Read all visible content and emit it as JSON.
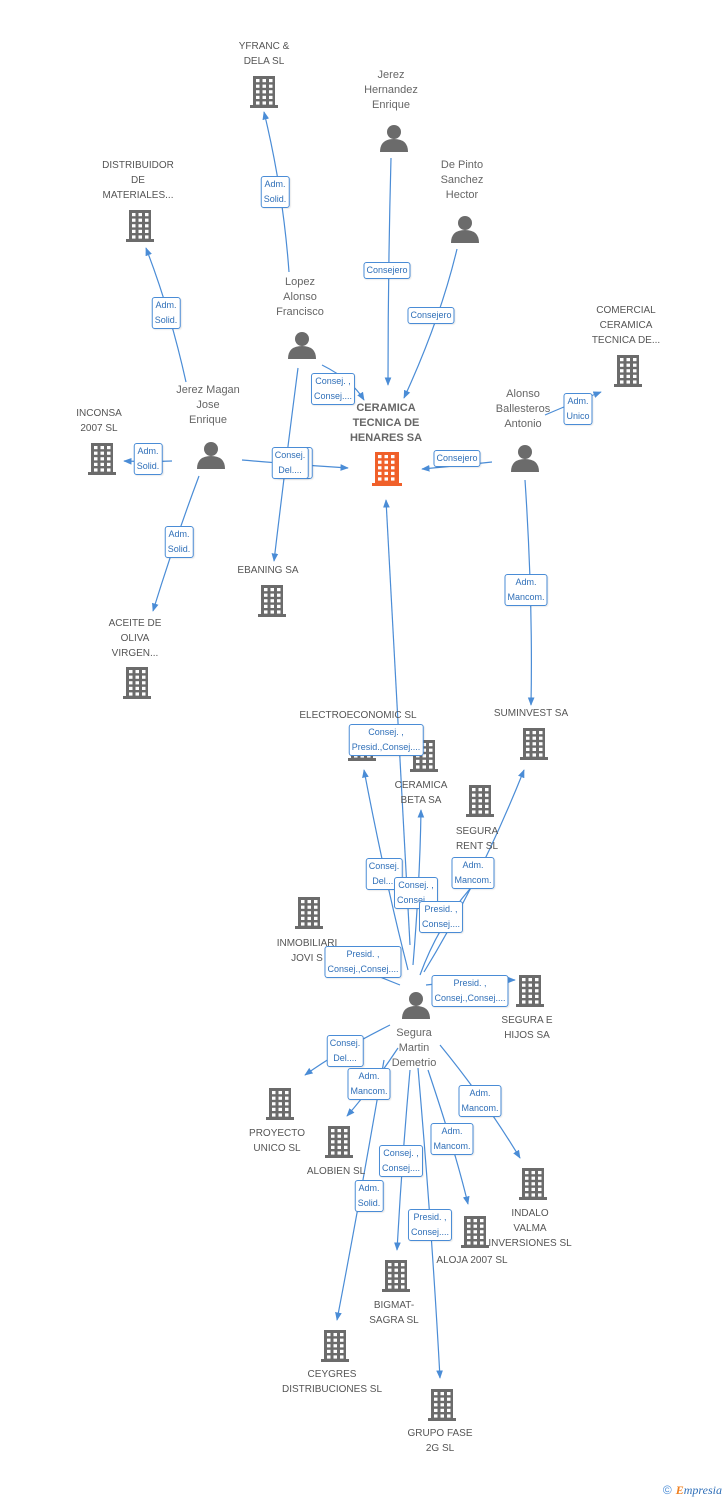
{
  "colors": {
    "edge": "#4a8cd6",
    "node": "#6b6b6b",
    "focus": "#f0602a"
  },
  "nodes": [
    {
      "id": "yfranc",
      "type": "company",
      "label": "YFRANC &\nDELA SL"
    },
    {
      "id": "jerezh",
      "type": "person",
      "label": "Jerez\nHernandez\nEnrique"
    },
    {
      "id": "distrib",
      "type": "company",
      "label": "DISTRIBUIDOR\nDE\nMATERIALES..."
    },
    {
      "id": "depinto",
      "type": "person",
      "label": "De Pinto\nSanchez\nHector"
    },
    {
      "id": "comercial",
      "type": "company",
      "label": "COMERCIAL\nCERAMICA\nTECNICA DE..."
    },
    {
      "id": "lopez",
      "type": "person",
      "label": "Lopez\nAlonso\nFrancisco"
    },
    {
      "id": "jerezm",
      "type": "person",
      "label": "Jerez Magan\nJose\nEnrique"
    },
    {
      "id": "ceramica",
      "type": "focus",
      "label": "CERAMICA\nTECNICA DE\nHENARES SA"
    },
    {
      "id": "alonso",
      "type": "person",
      "label": "Alonso\nBallesteros\nAntonio"
    },
    {
      "id": "inconsa",
      "type": "company",
      "label": "INCONSA\n2007 SL"
    },
    {
      "id": "ebaning",
      "type": "company",
      "label": "EBANING SA"
    },
    {
      "id": "aceite",
      "type": "company",
      "label": "ACEITE DE\nOLIVA\nVIRGEN..."
    },
    {
      "id": "electro",
      "type": "company",
      "label": "ELECTROECONOMIC SL"
    },
    {
      "id": "suminvest",
      "type": "company",
      "label": "SUMINVEST SA"
    },
    {
      "id": "cbeta",
      "type": "company",
      "label": "CERAMICA\nBETA SA"
    },
    {
      "id": "segurarent",
      "type": "company",
      "label": "SEGURA\nRENT SL"
    },
    {
      "id": "inmob",
      "type": "company",
      "label": "INMOBILIARI\nJOVI S"
    },
    {
      "id": "segurahijos",
      "type": "company",
      "label": "SEGURA E\nHIJOS SA"
    },
    {
      "id": "seguram",
      "type": "person",
      "label": "Segura\nMartin\nDemetrio"
    },
    {
      "id": "proyecto",
      "type": "company",
      "label": "PROYECTO\nUNICO SL"
    },
    {
      "id": "alobien",
      "type": "company",
      "label": "ALOBIEN SL"
    },
    {
      "id": "indalo",
      "type": "company",
      "label": "INDALO\nVALMA\nINVERSIONES SL"
    },
    {
      "id": "aloja",
      "type": "company",
      "label": "ALOJA 2007 SL"
    },
    {
      "id": "bigmat",
      "type": "company",
      "label": "BIGMAT-\nSAGRA SL"
    },
    {
      "id": "ceygres",
      "type": "company",
      "label": "CEYGRES\nDISTRIBUCIONES SL"
    },
    {
      "id": "grupofase",
      "type": "company",
      "label": "GRUPO FASE\n2G SL"
    }
  ],
  "edges": [
    {
      "from": "lopez",
      "to": "yfranc",
      "label": "Adm.\nSolid."
    },
    {
      "from": "jerezh",
      "to": "ceramica",
      "label": "Consejero"
    },
    {
      "from": "depinto",
      "to": "ceramica",
      "label": "Consejero"
    },
    {
      "from": "jerezm",
      "to": "distrib",
      "label": "Adm.\nSolid."
    },
    {
      "from": "alonso",
      "to": "comercial",
      "label": "Adm.\nUnico"
    },
    {
      "from": "lopez",
      "to": "ceramica",
      "label": "Consej. ,\nConsej...."
    },
    {
      "from": "jerezm",
      "to": "inconsa",
      "label": "Adm.\nSolid."
    },
    {
      "from": "jerezm",
      "to": "ceramica",
      "label": "Consej.\nDel...."
    },
    {
      "from": "alonso",
      "to": "ceramica",
      "label": "Consejero"
    },
    {
      "from": "lopez",
      "to": "ebaning",
      "label": "Consej.\nDel...."
    },
    {
      "from": "jerezm",
      "to": "aceite",
      "label": "Adm.\nSolid."
    },
    {
      "from": "alonso",
      "to": "suminvest",
      "label": "Adm.\nMancom."
    },
    {
      "from": "seguram",
      "to": "ceramica",
      "label": "Consej. ,\nPresid.,Consej...."
    },
    {
      "from": "seguram",
      "to": "electro",
      "label": "Consej.\nDel...."
    },
    {
      "from": "seguram",
      "to": "cbeta",
      "label": "Consej. ,\nConsej...."
    },
    {
      "from": "seguram",
      "to": "suminvest",
      "label": "Adm.\nMancom."
    },
    {
      "from": "seguram",
      "to": "segurarent",
      "label": "Presid. ,\nConsej...."
    },
    {
      "from": "seguram",
      "to": "inmob",
      "label": "Presid. ,\nConsej.,Consej...."
    },
    {
      "from": "seguram",
      "to": "segurahijos",
      "label": "Presid. ,\nConsej.,Consej...."
    },
    {
      "from": "seguram",
      "to": "proyecto",
      "label": "Consej.\nDel...."
    },
    {
      "from": "seguram",
      "to": "alobien",
      "label": "Adm.\nMancom."
    },
    {
      "from": "seguram",
      "to": "indalo",
      "label": "Adm.\nMancom."
    },
    {
      "from": "seguram",
      "to": "aloja",
      "label": "Adm.\nMancom."
    },
    {
      "from": "seguram",
      "to": "bigmat",
      "label": "Consej. ,\nConsej...."
    },
    {
      "from": "seguram",
      "to": "ceygres",
      "label": "Adm.\nSolid."
    },
    {
      "from": "seguram",
      "to": "grupofase",
      "label": "Presid. ,\nConsej...."
    }
  ],
  "footer": {
    "copyright_symbol": "©",
    "brand_first": "E",
    "brand_rest": "mpresia"
  }
}
